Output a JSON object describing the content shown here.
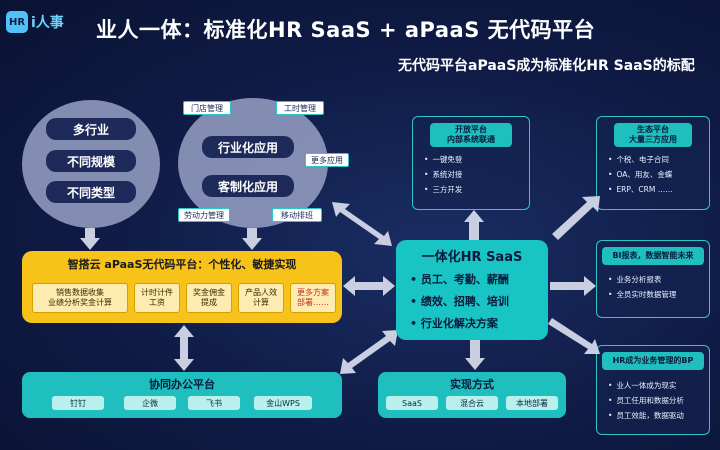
{
  "logo": {
    "badge": "HR",
    "text": "i人事"
  },
  "title": "业人一体：标准化HR SaaS + aPaaS 无代码平台",
  "subtitle": "无代码平台aPaaS成为标准化HR SaaS的标配",
  "left_oval": {
    "items": [
      "多行业",
      "不同规模",
      "不同类型"
    ]
  },
  "mid_oval": {
    "tags": [
      "门店管理",
      "工时管理",
      "更多应用",
      "劳动力管理",
      "移动排班"
    ],
    "items": [
      "行业化应用",
      "客制化应用"
    ]
  },
  "apaas": {
    "title": "智搭云 aPaaS无代码平台：个性化、敏捷实现",
    "cells": [
      "销售数据收集\n业绩分析奖金计算",
      "计时计件\n工资",
      "奖金佣金\n提成",
      "产品人效\n计算",
      "更多方案\n部署……"
    ]
  },
  "collab": {
    "title": "协同办公平台",
    "items": [
      "钉钉",
      "企微",
      "飞书",
      "金山WPS"
    ]
  },
  "center": {
    "title": "一体化HR SaaS",
    "items": [
      "员工、考勤、薪酬",
      "绩效、招聘、培训",
      "行业化解决方案"
    ]
  },
  "impl": {
    "title": "实现方式",
    "items": [
      "SaaS",
      "混合云",
      "本地部署"
    ]
  },
  "open_platform": {
    "title": "开放平台",
    "sub": "内部系统联通",
    "items": [
      "一键免登",
      "系统对接",
      "三方开发"
    ]
  },
  "eco": {
    "title": "生态平台",
    "sub": "大量三方应用",
    "items": [
      "个税、电子合同",
      "OA、用友、金蝶",
      "ERP、CRM ……"
    ]
  },
  "bi": {
    "title": "BI报表，数据智能未来",
    "items": [
      "业务分析报表",
      "全员实时数据管理"
    ]
  },
  "hrbp": {
    "title": "HR成为业务管理的BP",
    "items": [
      "业人一体成为现实",
      "员工任用和数据分析",
      "员工效能，数据驱动"
    ]
  }
}
